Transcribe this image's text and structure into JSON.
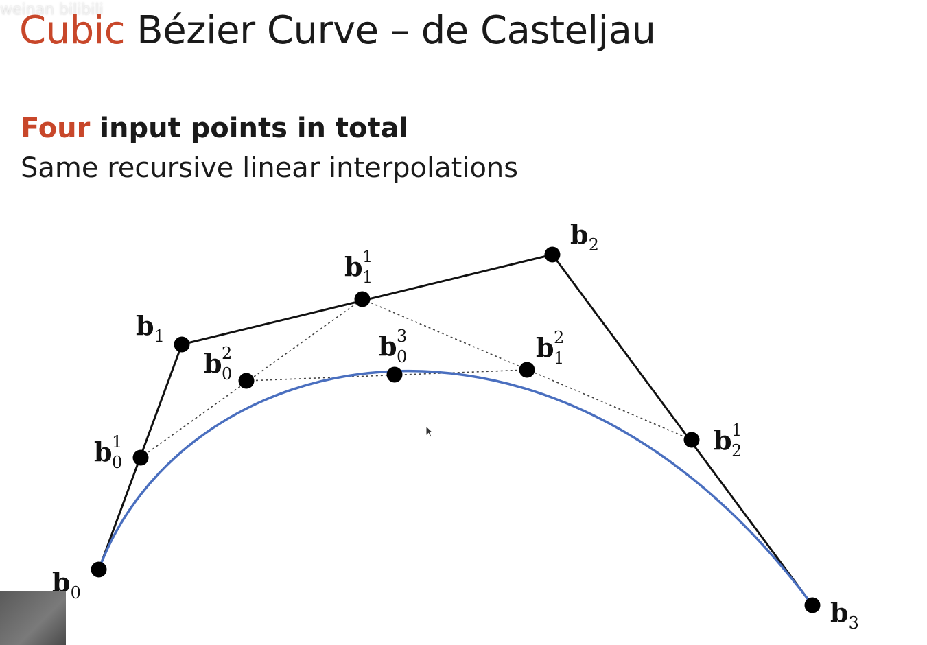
{
  "slide": {
    "title_accent": "Cubic",
    "title_rest": " Bézier Curve – de Casteljau",
    "watermark": "weinan bilibili",
    "subtitle_accent": "Four",
    "subtitle_rest": " input points in total",
    "subtitle2": "Same recursive linear interpolations"
  },
  "colors": {
    "accent": "#c8472a",
    "curve": "#4a6fbf",
    "polygon": "#111111",
    "dotted": "#444444"
  },
  "labels": {
    "b0": {
      "base": "b",
      "sub": "0",
      "sup": ""
    },
    "b1": {
      "base": "b",
      "sub": "1",
      "sup": ""
    },
    "b2": {
      "base": "b",
      "sub": "2",
      "sup": ""
    },
    "b3": {
      "base": "b",
      "sub": "3",
      "sup": ""
    },
    "b01": {
      "base": "b",
      "sub": "0",
      "sup": "1"
    },
    "b11": {
      "base": "b",
      "sub": "1",
      "sup": "1"
    },
    "b21": {
      "base": "b",
      "sub": "2",
      "sup": "1"
    },
    "b02": {
      "base": "b",
      "sub": "0",
      "sup": "2"
    },
    "b12": {
      "base": "b",
      "sub": "1",
      "sup": "2"
    },
    "b03": {
      "base": "b",
      "sub": "0",
      "sup": "3"
    }
  },
  "icons": {
    "cursor": "arrow-cursor-icon",
    "point": "filled-circle"
  }
}
